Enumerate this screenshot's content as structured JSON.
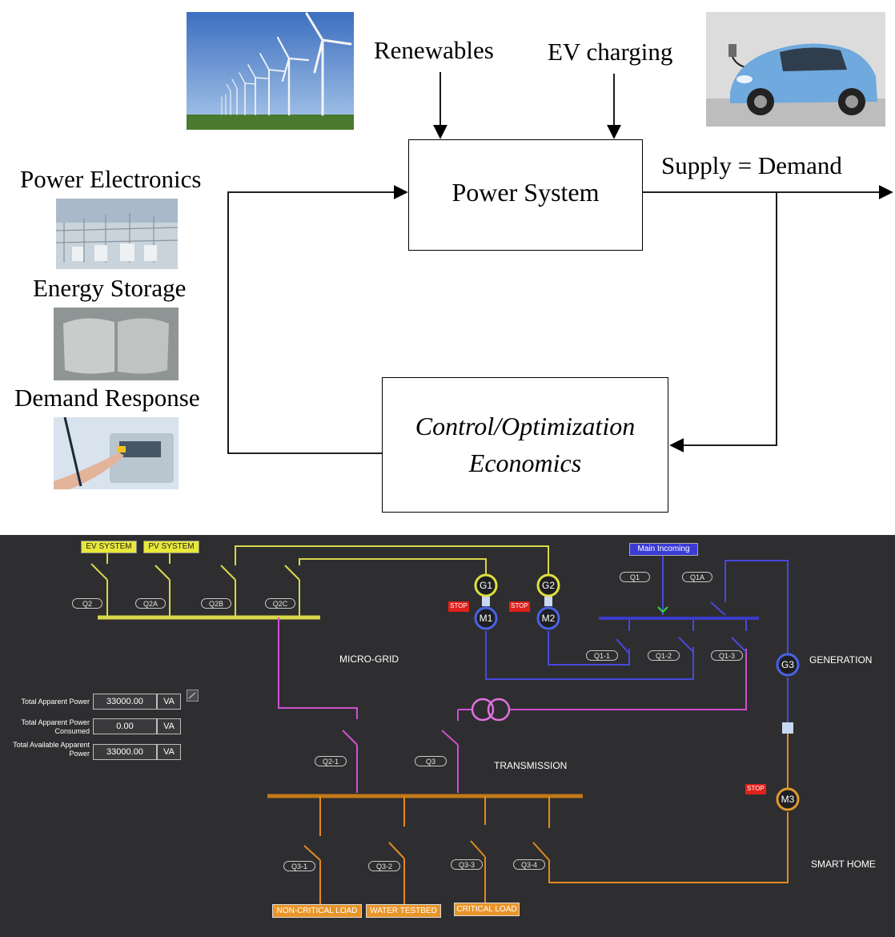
{
  "top_diagram": {
    "inputs": {
      "renewables": "Renewables",
      "ev_charging": "EV charging"
    },
    "power_system_label": "Power System",
    "output_label": "Supply = Demand",
    "control_label_line1": "Control/Optimization",
    "control_label_line2": "Economics",
    "left_items": [
      {
        "label": "Power Electronics",
        "image": "substation-photo"
      },
      {
        "label": "Energy Storage",
        "image": "battery-wall-units-photo"
      },
      {
        "label": "Demand Response",
        "image": "smart-meter-hand-photo"
      }
    ],
    "photos": {
      "wind": "wind-turbines-photo",
      "ev": "electric-car-charging-photo"
    }
  },
  "hmi": {
    "colors": {
      "background": "#2e2e30",
      "microgrid_yellow": "#d8d84a",
      "generation_blue": "#4848e0",
      "transmission_magenta": "#d050d0",
      "smarthome_orange": "#e08a20",
      "stop_red": "#e0201a"
    },
    "system_tags": {
      "ev_system": "EV SYSTEM",
      "pv_system": "PV SYSTEM",
      "main_incoming": "Main Incoming"
    },
    "breakers": {
      "q2": "Q2",
      "q2a": "Q2A",
      "q2b": "Q2B",
      "q2c": "Q2C",
      "q1": "Q1",
      "q1a": "Q1A",
      "q1_1": "Q1-1",
      "q1_2": "Q1-2",
      "q1_3": "Q1-3",
      "q2_1": "Q2-1",
      "q3": "Q3",
      "q3_1": "Q3-1",
      "q3_2": "Q3-2",
      "q3_3": "Q3-3",
      "q3_4": "Q3-4"
    },
    "machines": {
      "g1": "G1",
      "g2": "G2",
      "g3": "G3",
      "m1": "M1",
      "m2": "M2",
      "m3": "M3"
    },
    "stop_label": "STOP",
    "sections": {
      "micro_grid": "MICRO-GRID",
      "generation": "GENERATION",
      "transmission": "TRANSMISSION",
      "smart_home": "SMART HOME"
    },
    "loads": {
      "non_critical": "NON-CRITICAL LOAD",
      "water_testbed": "WATER TESTBED",
      "critical": "CRITICAL LOAD"
    },
    "power_fields": [
      {
        "label": "Total Apparent Power",
        "value": "33000.00",
        "unit": "VA"
      },
      {
        "label": "Total Apparent Power Consumed",
        "value": "0.00",
        "unit": "VA"
      },
      {
        "label": "Total Available Apparent Power",
        "value": "33000.00",
        "unit": "VA"
      }
    ]
  }
}
